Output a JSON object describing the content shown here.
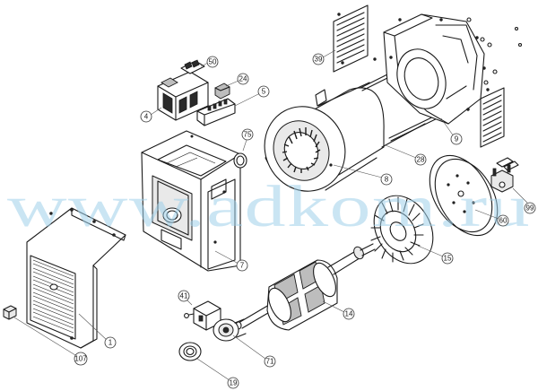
{
  "watermark": "www.adkom.ru",
  "callouts": [
    {
      "id": "1",
      "label": "1"
    },
    {
      "id": "4",
      "label": "4"
    },
    {
      "id": "5",
      "label": "5"
    },
    {
      "id": "7",
      "label": "7"
    },
    {
      "id": "8",
      "label": "8"
    },
    {
      "id": "9",
      "label": "9"
    },
    {
      "id": "14",
      "label": "14"
    },
    {
      "id": "15",
      "label": "15"
    },
    {
      "id": "19",
      "label": "19"
    },
    {
      "id": "24",
      "label": "24"
    },
    {
      "id": "28",
      "label": "28"
    },
    {
      "id": "39",
      "label": "39"
    },
    {
      "id": "41",
      "label": "41"
    },
    {
      "id": "50",
      "label": "50"
    },
    {
      "id": "60",
      "label": "60"
    },
    {
      "id": "71",
      "label": "71"
    },
    {
      "id": "75",
      "label": "75"
    },
    {
      "id": "99",
      "label": "99"
    },
    {
      "id": "107",
      "label": "107"
    }
  ]
}
